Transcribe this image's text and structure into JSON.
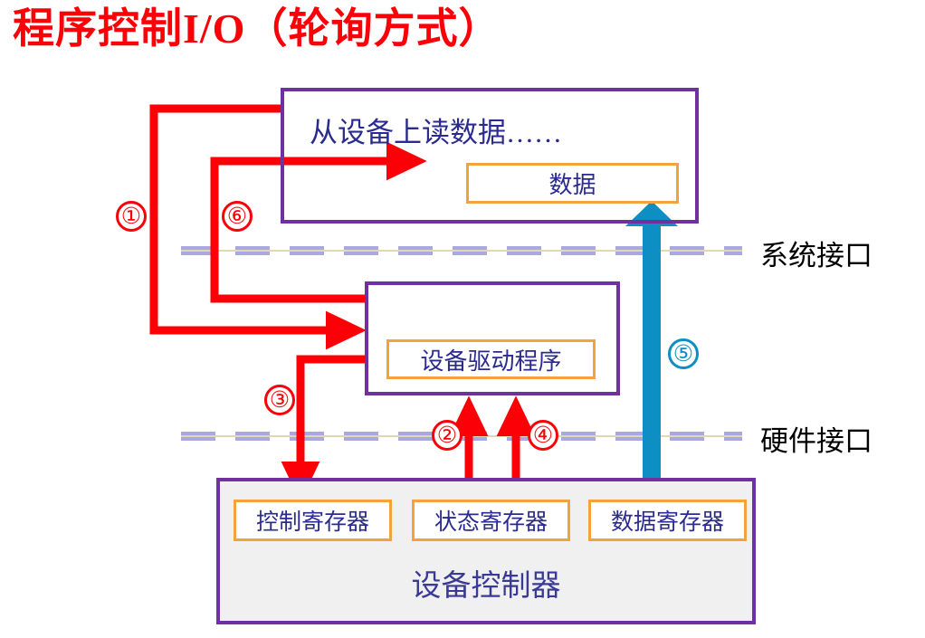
{
  "title": "程序控制I/O（轮询方式）",
  "colors": {
    "title_red": "#fb0007",
    "arrow_red": "#fb0007",
    "arrow_blue": "#0d8fc4",
    "box_purple": "#7030a0",
    "inner_orange": "#f2a33c",
    "text_navy": "#2b2b8f",
    "dash_lavender": "#a9a9e0",
    "controller_fill": "#f0f0f0"
  },
  "layers": {
    "application": {
      "caption": "从设备上读数据……",
      "inner_box": "数据"
    },
    "driver": {
      "inner_box": "设备驱动程序"
    },
    "controller": {
      "caption": "设备控制器",
      "registers": [
        {
          "label": "控制寄存器"
        },
        {
          "label": "状态寄存器"
        },
        {
          "label": "数据寄存器"
        }
      ]
    }
  },
  "interfaces": [
    {
      "label": "系统接口"
    },
    {
      "label": "硬件接口"
    }
  ],
  "steps": [
    {
      "number": "①",
      "color": "red"
    },
    {
      "number": "②",
      "color": "red"
    },
    {
      "number": "③",
      "color": "red"
    },
    {
      "number": "④",
      "color": "red"
    },
    {
      "number": "⑤",
      "color": "blue"
    },
    {
      "number": "⑥",
      "color": "red"
    }
  ],
  "flow": {
    "1": "应用层 → 设备驱动程序",
    "2": "状态寄存器 → 设备驱动程序",
    "3": "设备驱动程序 → 控制寄存器",
    "4": "状态寄存器 → 设备驱动程序",
    "5": "数据寄存器 → 数据",
    "6": "设备驱动程序 → 应用层"
  }
}
